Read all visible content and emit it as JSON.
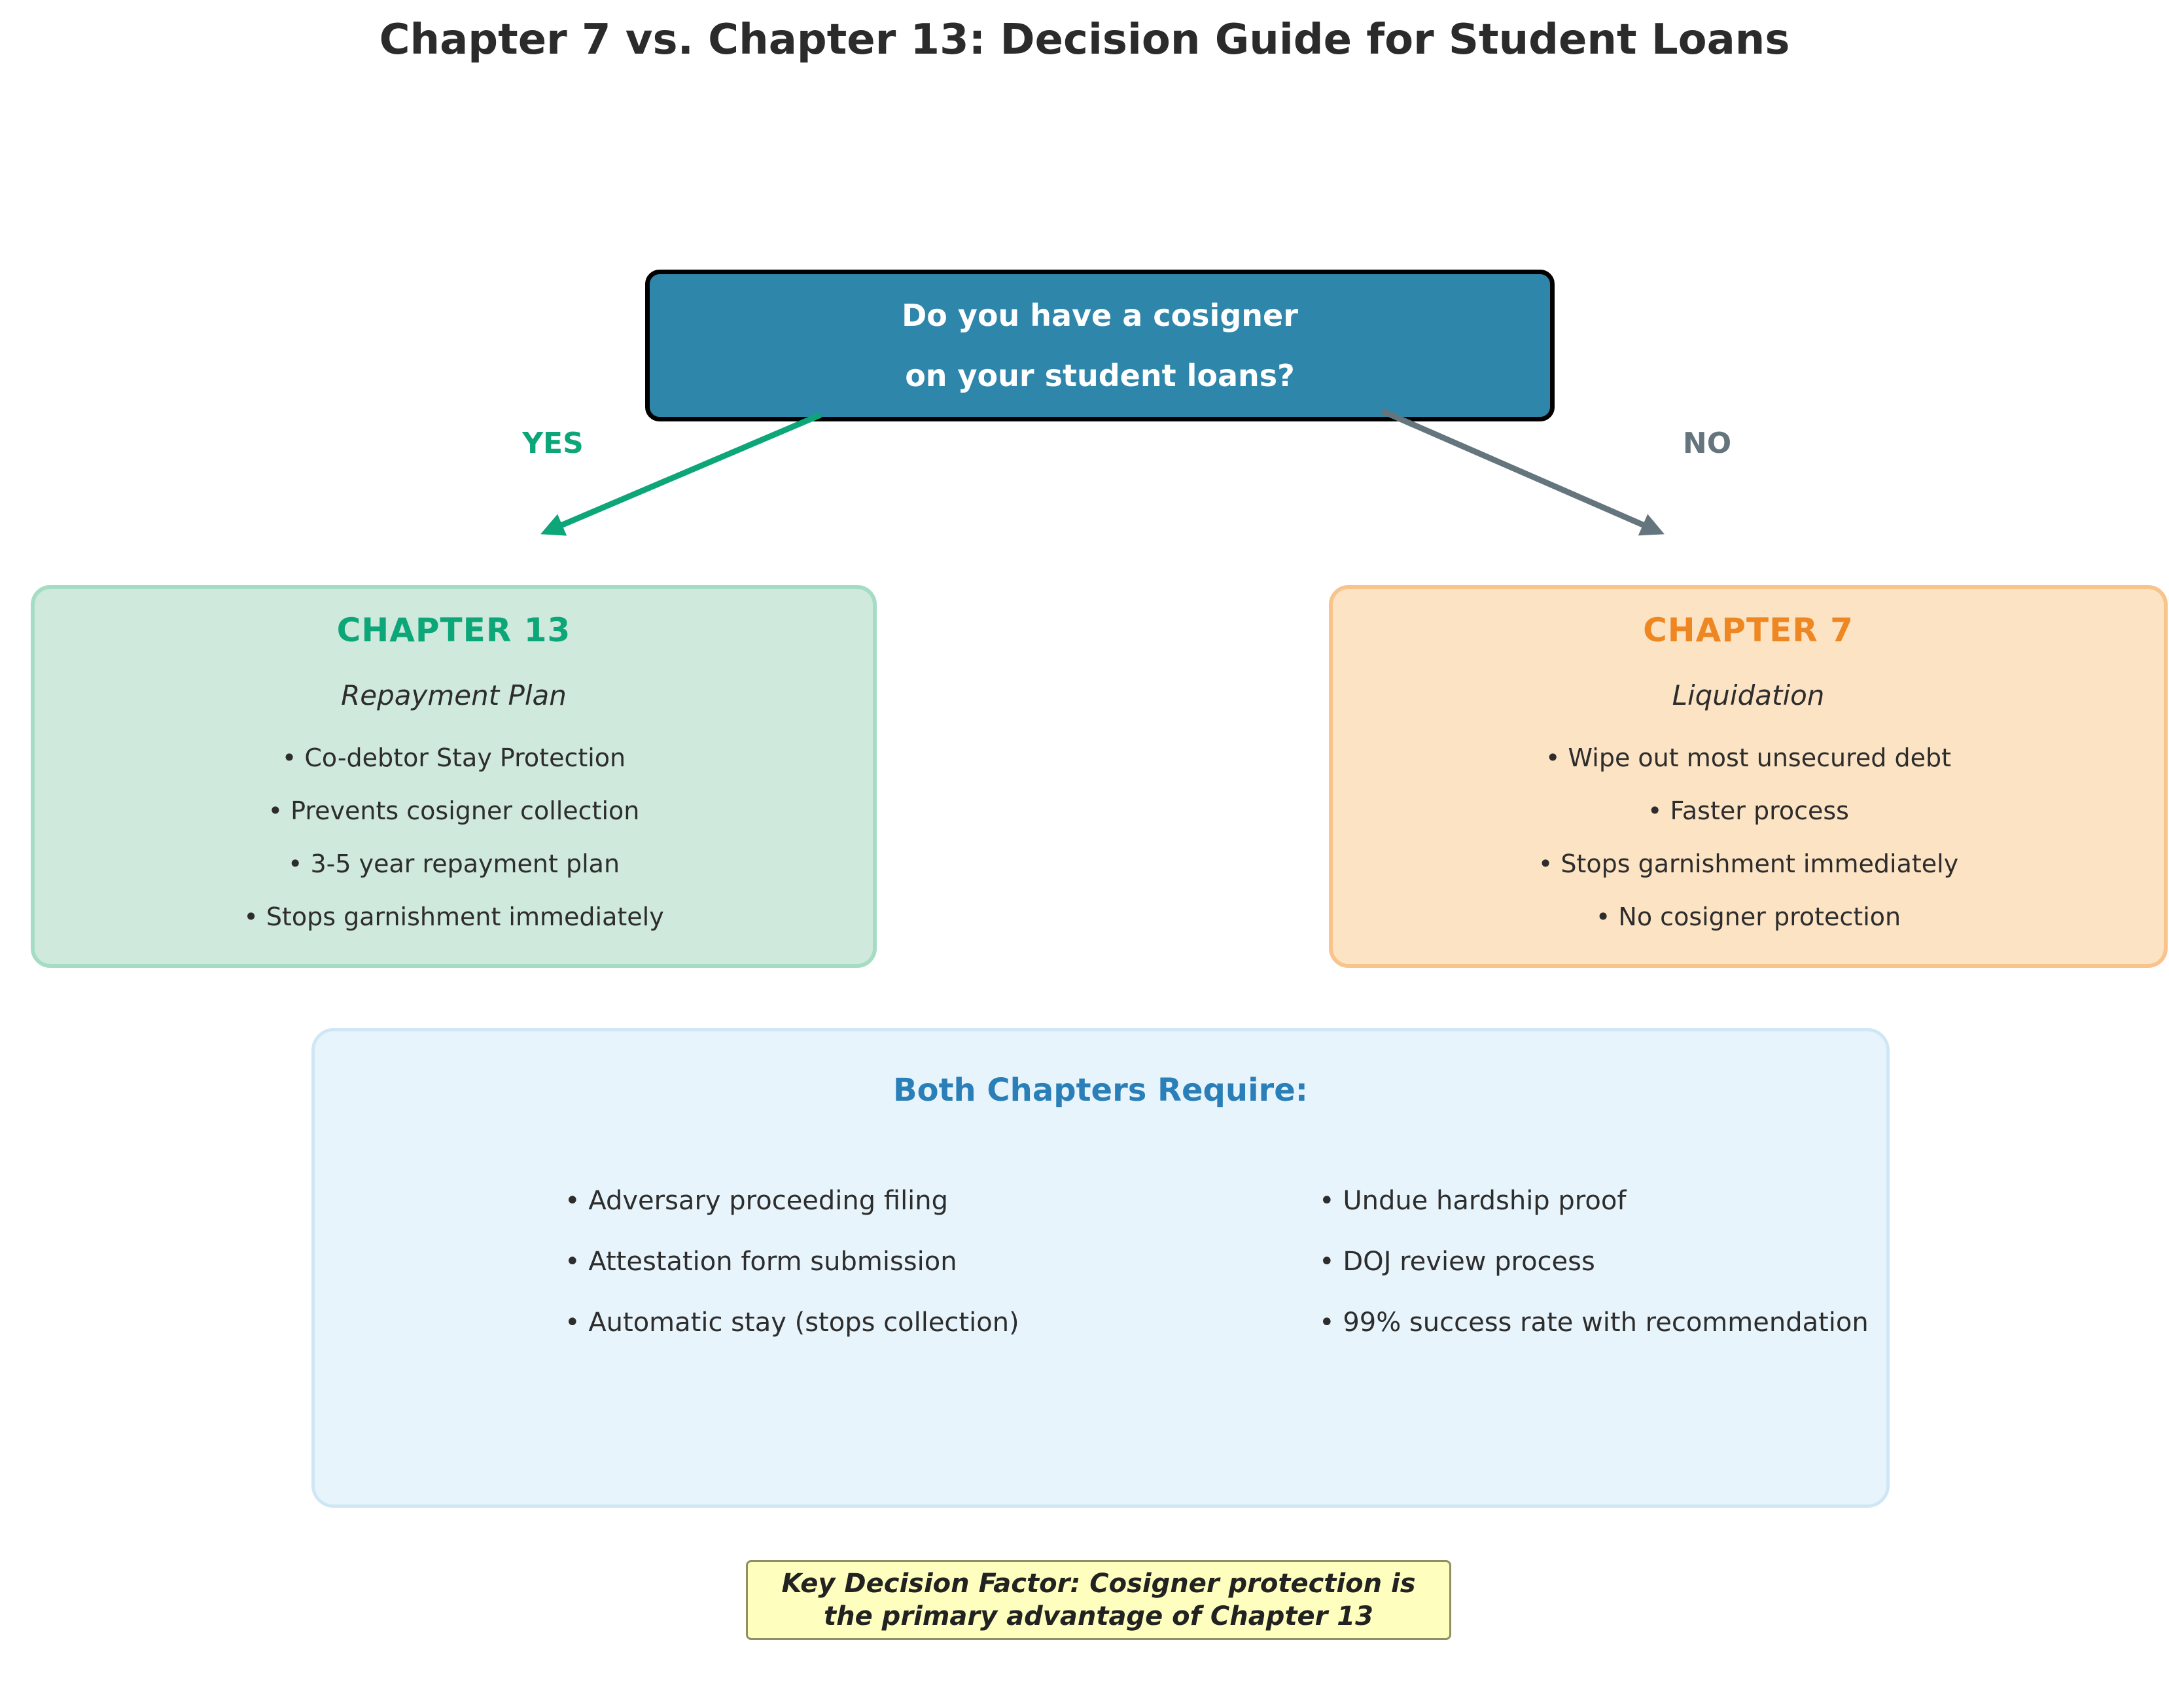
{
  "title": "Chapter 7 vs. Chapter 13: Decision Guide for Student Loans",
  "decision": {
    "question_lines": [
      "Do you have a cosigner",
      "on your student loans?"
    ],
    "yes_label": "YES",
    "no_label": "NO"
  },
  "chapter13": {
    "heading": "CHAPTER 13",
    "subtitle": "Repayment Plan",
    "bullets": [
      "Co-debtor Stay Protection",
      "Prevents cosigner collection",
      "3-5 year repayment plan",
      "Stops garnishment immediately"
    ]
  },
  "chapter7": {
    "heading": "CHAPTER 7",
    "subtitle": "Liquidation",
    "bullets": [
      "Wipe out most unsecured debt",
      "Faster process",
      "Stops garnishment immediately",
      "No cosigner protection"
    ]
  },
  "both": {
    "heading": "Both Chapters Require:",
    "left_bullets": [
      "Adversary proceeding filing",
      "Attestation form submission",
      "Automatic stay (stops collection)"
    ],
    "right_bullets": [
      "Undue hardship proof",
      "DOJ review process",
      "99% success rate with recommendation"
    ]
  },
  "note": "Key Decision Factor: Cosigner protection is the primary advantage of Chapter 13",
  "colors": {
    "question_box_bg": "#2e86ab",
    "question_box_border": "#000000",
    "question_text": "#ffffff",
    "yes_green": "#0ca678",
    "no_gray": "#64757e",
    "chapter13_bg": "#cfe9dc",
    "chapter13_border": "#a5ddc4",
    "chapter13_heading": "#0ca678",
    "chapter7_bg": "#fce3c3",
    "chapter7_border": "#f9c48c",
    "chapter7_heading": "#ee8722",
    "both_bg": "#e8f4fb",
    "both_border": "#cfe7f4",
    "both_heading": "#2a7fb8",
    "note_bg": "#feffbe"
  }
}
